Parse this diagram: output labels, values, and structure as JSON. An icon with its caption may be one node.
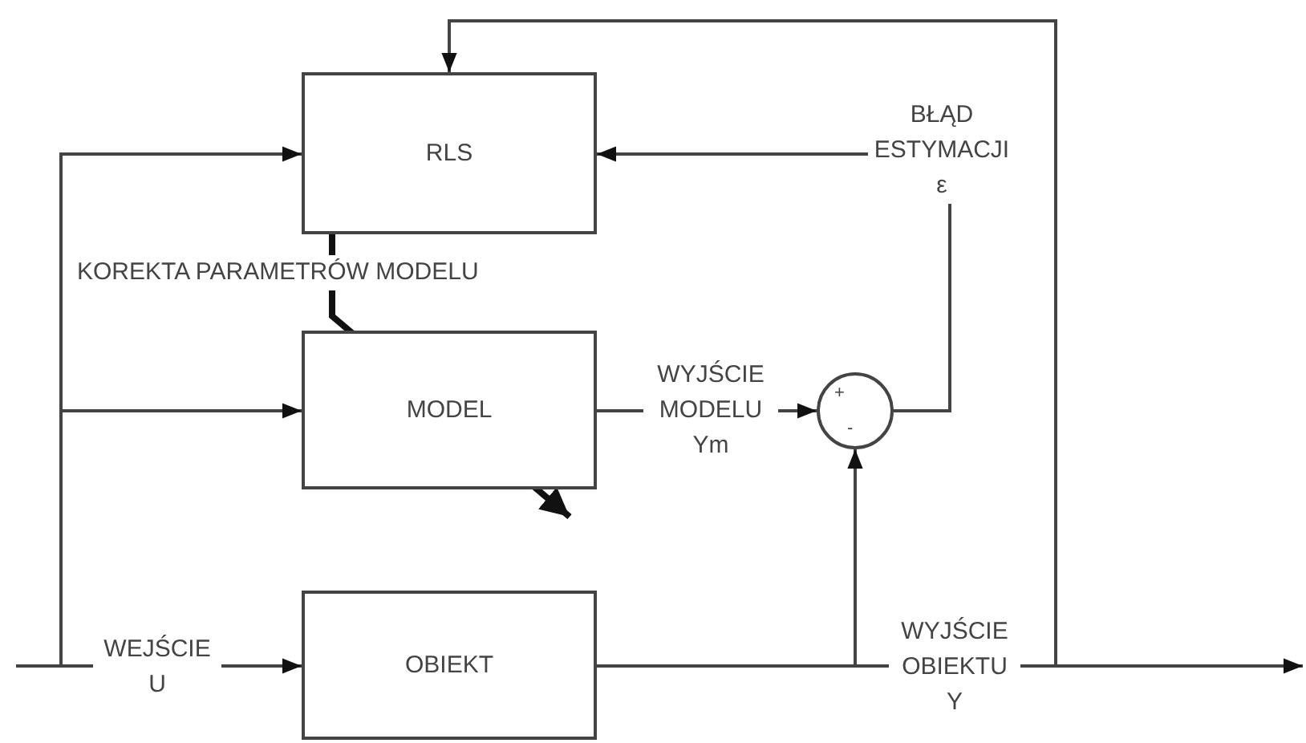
{
  "diagram": {
    "nodes": [
      {
        "text": [
          "RLS"
        ]
      },
      {
        "text": [
          "MODEL"
        ]
      },
      {
        "text": [
          "OBIEKT"
        ]
      },
      {
        "text": [
          "+",
          "-"
        ]
      }
    ],
    "edges": [
      {
        "from": null,
        "to": 0,
        "arrow": "to"
      },
      {
        "from": null,
        "to": 1,
        "arrow": "to"
      },
      {
        "from": null,
        "to": 2,
        "arrow": "to",
        "label": "WEJŚCIE U"
      },
      {
        "from": 0,
        "to": 1,
        "arrow": "to",
        "label": "KOREKTA PARAMETRÓW MODELU",
        "style": "thick"
      },
      {
        "from": 1,
        "to": 3,
        "arrow": "to",
        "label": "WYJŚCIE MODELU Ym"
      },
      {
        "from": 3,
        "to": 0,
        "arrow": "to",
        "label": "BŁĄD ESTYMACJI ε"
      },
      {
        "from": 2,
        "to": null,
        "arrow": "to",
        "label": "WYJŚCIE OBIEKTU Y"
      },
      {
        "from": 2,
        "to": 3,
        "arrow": "to"
      },
      {
        "from": 2,
        "to": 0,
        "arrow": "to"
      }
    ]
  }
}
